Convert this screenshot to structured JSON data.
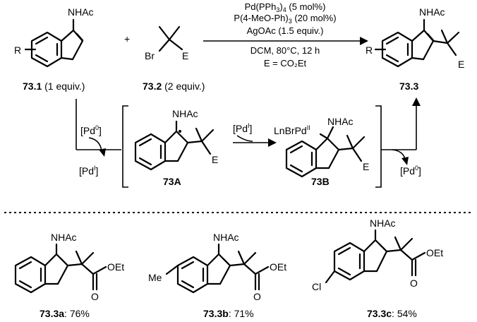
{
  "scheme": {
    "reagents": {
      "substituent": "R",
      "amide": "NHAc",
      "bromide": "Br",
      "ester_symbol": "E"
    },
    "conditions": {
      "line1_pre": "Pd(PPh",
      "line1_sub": "3",
      "line1_mid": ")",
      "line1_sub2": "4",
      "line1_post": " (5 mol%)",
      "line2_pre": "P(4-MeO-Ph)",
      "line2_sub": "3",
      "line2_post": " (20 mol%)",
      "line3": "AgOAc (1.5 equiv.)",
      "line4": "DCM, 80°C, 12 h",
      "line5": "E = CO₂Et"
    },
    "labels": {
      "sm1_id": "73.1",
      "sm1_eq": " (1 equiv.)",
      "sm2_id": "73.2",
      "sm2_eq": " (2 equiv.)",
      "product_id": "73.3",
      "int_a": "73A",
      "int_b": "73B"
    },
    "mechanism": {
      "pd0_in": "[Pd",
      "pd0_sup": "0",
      "pdI_out": "[Pd",
      "pdI_sup": "I",
      "pdI_in": "[Pd",
      "pd_complex": "LnBrPd",
      "pd_complex_sup": "II",
      "pd0_out": "[Pd",
      "close": "]"
    },
    "examples": [
      {
        "id": "73.3a",
        "yield": ": 76%",
        "substituent": ""
      },
      {
        "id": "73.3b",
        "yield": ": 71%",
        "substituent": "Me"
      },
      {
        "id": "73.3c",
        "yield": ": 54%",
        "substituent": "Cl"
      }
    ],
    "ester_text": "OEt",
    "carbonyl_o": "O",
    "plus": "+"
  }
}
